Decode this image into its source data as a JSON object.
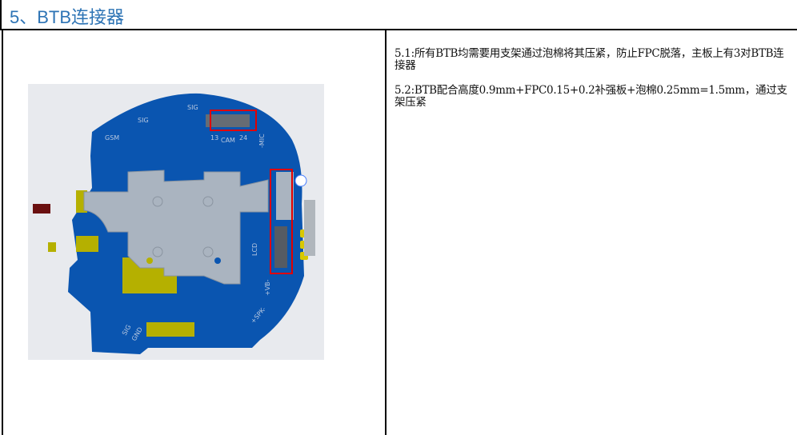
{
  "section": {
    "title": "5、BTB连接器"
  },
  "notes": [
    "5.1:所有BTB均需要用支架通过泡棉将其压紧，防止FPC脱落，主板上有3对BTB连接器",
    "5.2:BTB配合高度0.9mm+FPC0.15+0.2补强板+泡棉0.25mm=1.5mm，通过支架压紧"
  ],
  "pcb_labels": {
    "sig1": "SIG",
    "sig2": "SIG",
    "gsm": "GSM",
    "cam": "CAM",
    "mic": "-MIC",
    "lcd": "LCD",
    "vb": "+VB-",
    "spk": "+SPK-",
    "sig3": "SIG",
    "gnd": "GND",
    "n13": "13",
    "n24": "24"
  },
  "colors": {
    "title": "#2e74b5",
    "board": "#0a55b0",
    "highlight": "#e00000"
  }
}
